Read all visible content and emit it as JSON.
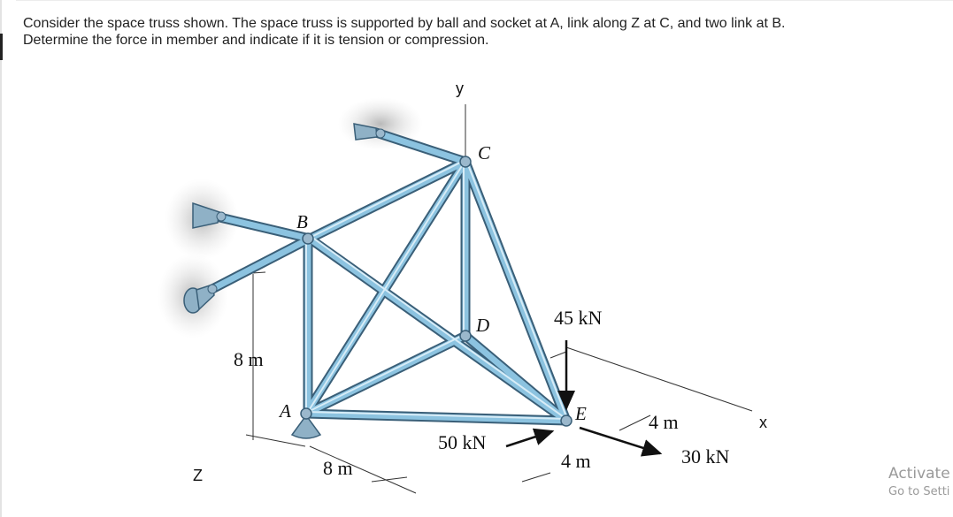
{
  "question": {
    "line1": "Consider the space truss shown. The space truss is supported by ball and socket at A, link along Z at C, and two link at B.",
    "line2": "Determine the force in member and indicate if it is tension or compression."
  },
  "figure": {
    "axis_y": "y",
    "axis_x": "x",
    "axis_z": "Z",
    "node_a": "A",
    "node_b": "B",
    "node_c": "C",
    "node_d": "D",
    "node_e": "E",
    "dim_height": "8 m",
    "dim_depth": "8 m",
    "dim_x1": "4 m",
    "dim_x2": "4 m",
    "load_vertical": "45 kN",
    "load_z": "50 kN",
    "load_x": "30 kN"
  },
  "watermark": {
    "line1": "Activate",
    "line2": "Go to Setti"
  }
}
